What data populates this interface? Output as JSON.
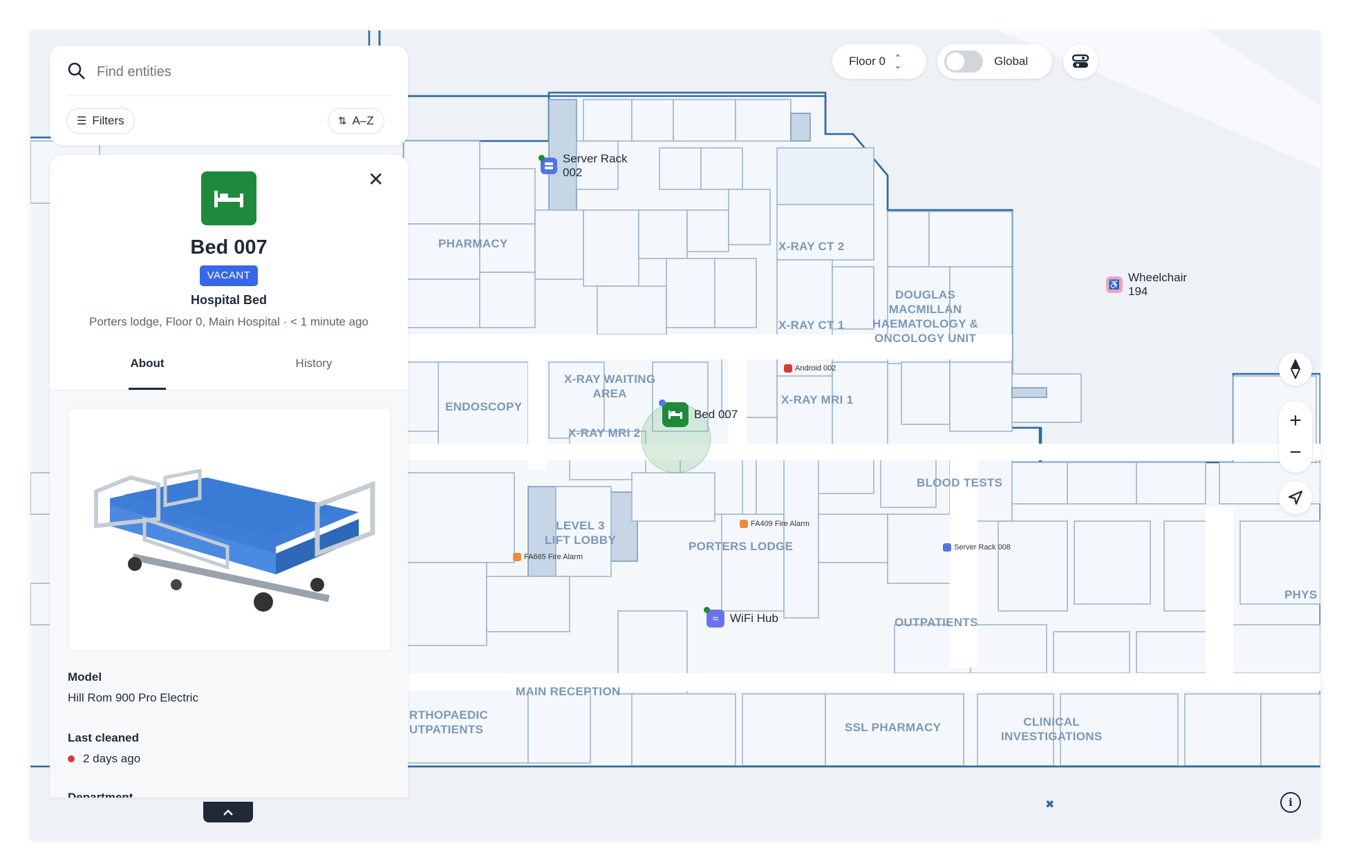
{
  "search": {
    "placeholder": "Find entities"
  },
  "filters": {
    "filters_label": "Filters",
    "sort_label": "A–Z"
  },
  "top_controls": {
    "floor_label": "Floor 0",
    "global_label": "Global"
  },
  "detail": {
    "title": "Bed 007",
    "status_badge": "VACANT",
    "category": "Hospital Bed",
    "location": "Porters lodge, Floor 0, Main Hospital · < 1 minute ago",
    "tabs": [
      {
        "label": "About",
        "active": true
      },
      {
        "label": "History",
        "active": false
      }
    ],
    "fields": [
      {
        "label": "Model",
        "value": "Hill Rom 900 Pro Electric"
      },
      {
        "label": "Last cleaned",
        "value": "2 days ago",
        "status_color": "#d93b30"
      },
      {
        "label": "Department",
        "value": ""
      }
    ],
    "accent_color": "#1f8a3b",
    "badge_color": "#3867e8"
  },
  "departments": [
    "PHARMACY",
    "X-RAY CT 2",
    "X-RAY CT 1",
    "DOUGLAS\nMACMILLAN\nHAEMATOLOGY &\nONCOLOGY UNIT",
    "X-RAY WAITING\nAREA",
    "ENDOSCOPY",
    "X-RAY MRI 2",
    "X-RAY MRI 1",
    "BLOOD TESTS",
    "LEVEL 3\nLIFT LOBBY",
    "PORTERS LODGE",
    "OUTPATIENTS",
    "PHYS",
    "MAIN RECEPTION",
    "RTHOPAEDIC\nUTPATIENTS",
    "SSL PHARMACY",
    "CLINICAL\nINVESTIGATIONS"
  ],
  "map_pins": {
    "server_rack_002": "Server Rack\n002",
    "wheelchair_194": "Wheelchair\n194",
    "bed_007": "Bed 007",
    "wifi_hub": "WiFi Hub",
    "android_002": "Android 002",
    "fa409": "FA409 Fire Alarm",
    "fa665": "FA665 Fire Alarm",
    "server_rack_008": "Server Rack 008"
  },
  "icons": [
    "search-icon",
    "filters-icon",
    "sort-icon",
    "close-icon",
    "bed-icon",
    "chevron-updown-icon",
    "layers-icon",
    "compass-icon",
    "zoom-in-icon",
    "zoom-out-icon",
    "locate-icon",
    "info-icon",
    "chevron-up-icon",
    "wheelchair-icon",
    "server-icon",
    "wifi-icon"
  ]
}
